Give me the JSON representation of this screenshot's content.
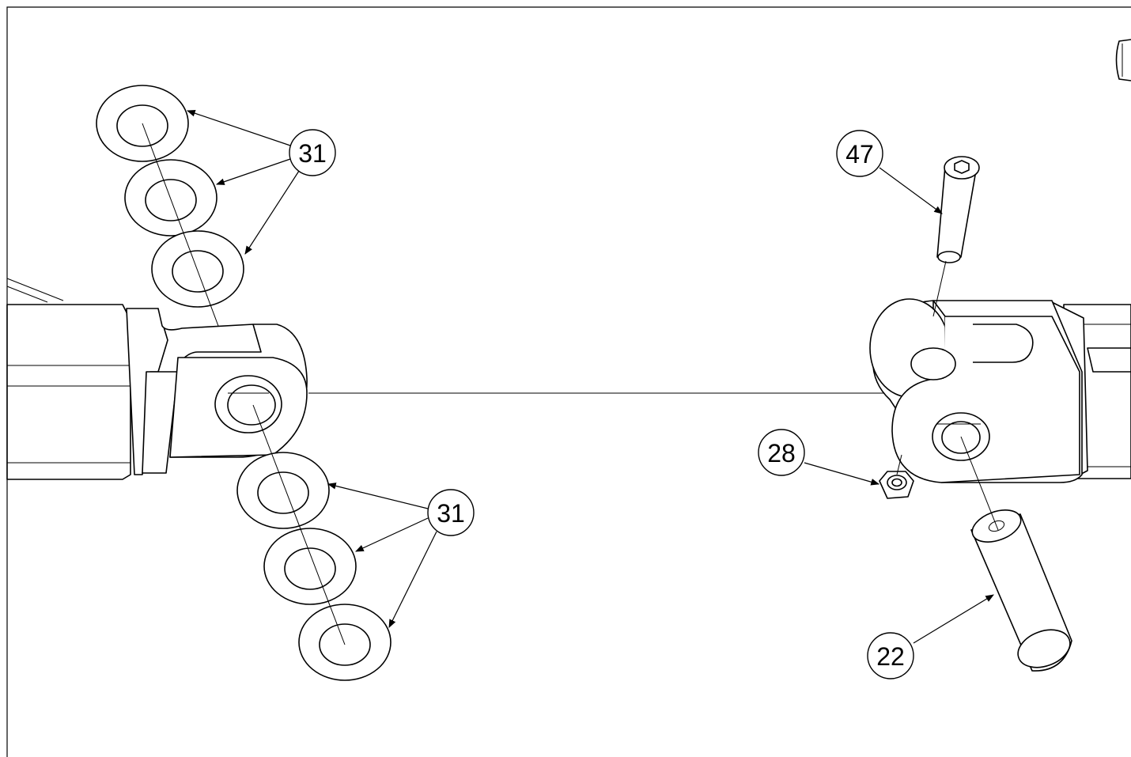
{
  "callouts": [
    {
      "id": "c31a",
      "label": "31"
    },
    {
      "id": "c31b",
      "label": "31"
    },
    {
      "id": "c47",
      "label": "47"
    },
    {
      "id": "c28",
      "label": "28"
    },
    {
      "id": "c22",
      "label": "22"
    }
  ]
}
